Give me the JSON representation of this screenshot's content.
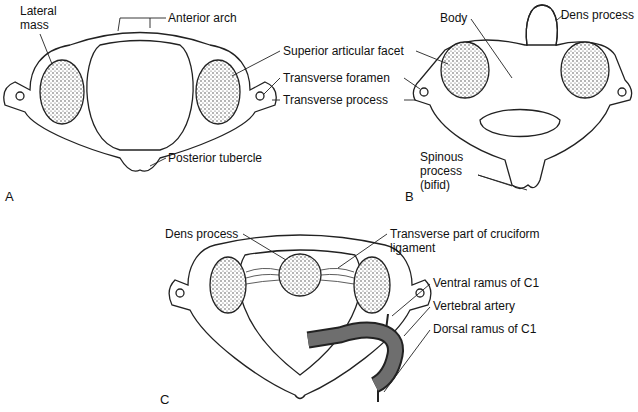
{
  "diagram": {
    "labels": [
      "Lateral mass",
      "Anterior arch",
      "Superior articular facet",
      "Transverse foramen",
      "Transverse process",
      "Posterior tubercle",
      "A",
      "Body",
      "Dens process",
      "Spinous process (bifid)",
      "B",
      "Dens process",
      "Transverse part of cruciform ligament",
      "Ventral ramus of C1",
      "Vertebral artery",
      "Dorsal ramus of C1",
      "C"
    ]
  }
}
